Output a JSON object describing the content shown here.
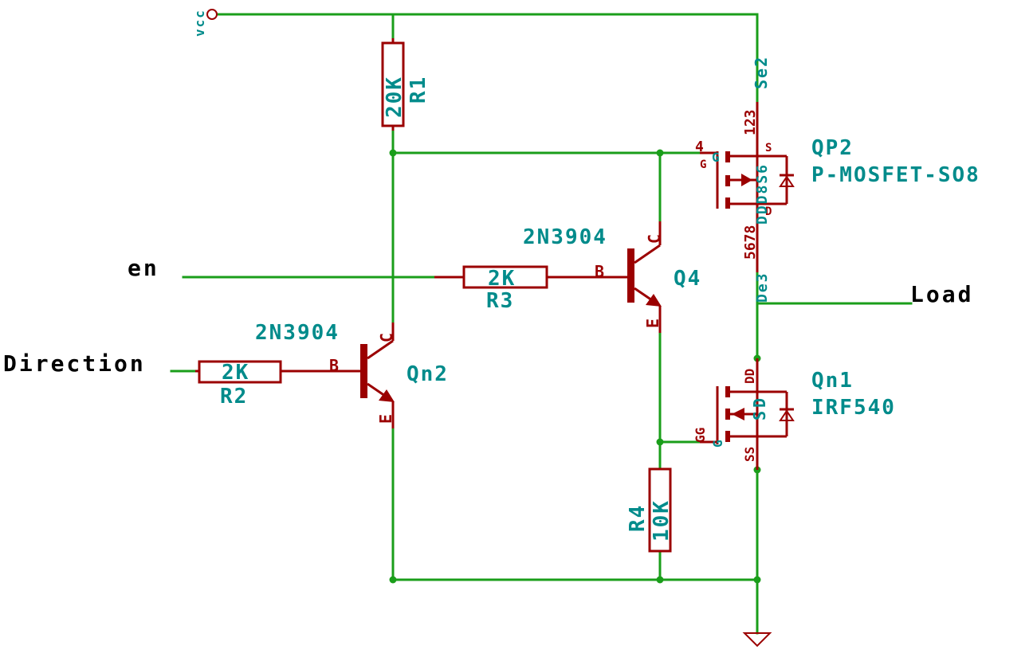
{
  "nets": {
    "vcc": "vcc",
    "en": "en",
    "direction": "Direction",
    "load": "Load"
  },
  "components": {
    "R1": {
      "ref": "R1",
      "value": "20K"
    },
    "R2": {
      "ref": "R2",
      "value": "2K"
    },
    "R3": {
      "ref": "R3",
      "value": "2K"
    },
    "R4": {
      "ref": "R4",
      "value": "10K"
    },
    "Q4": {
      "ref": "Q4",
      "value": "2N3904"
    },
    "Qn2": {
      "ref": "Qn2",
      "value": "2N3904"
    },
    "QP2": {
      "ref": "QP2",
      "value": "P-MOSFET-SO8"
    },
    "Qn1": {
      "ref": "Qn1",
      "value": "IRF540"
    }
  },
  "pins": {
    "base": "B",
    "collector": "C",
    "emitter": "E",
    "gate": "G",
    "source": "S",
    "drain": "D",
    "qp2_gate_pin": "4",
    "qp2_source_pins": "123",
    "qp2_drain_pins": "5678",
    "qp2_net_top": "Se2",
    "qp2_net_bottom": "De3",
    "qp2_overlap": "DDD8S6",
    "qn1_source_pin": "SS",
    "qn1_drain_pin": "DD",
    "qn1_gate_pin": "GG"
  },
  "colors": {
    "wire": "#1a9e1a",
    "part": "#9b0000",
    "label": "#008b8b",
    "net_label": "#000000"
  }
}
